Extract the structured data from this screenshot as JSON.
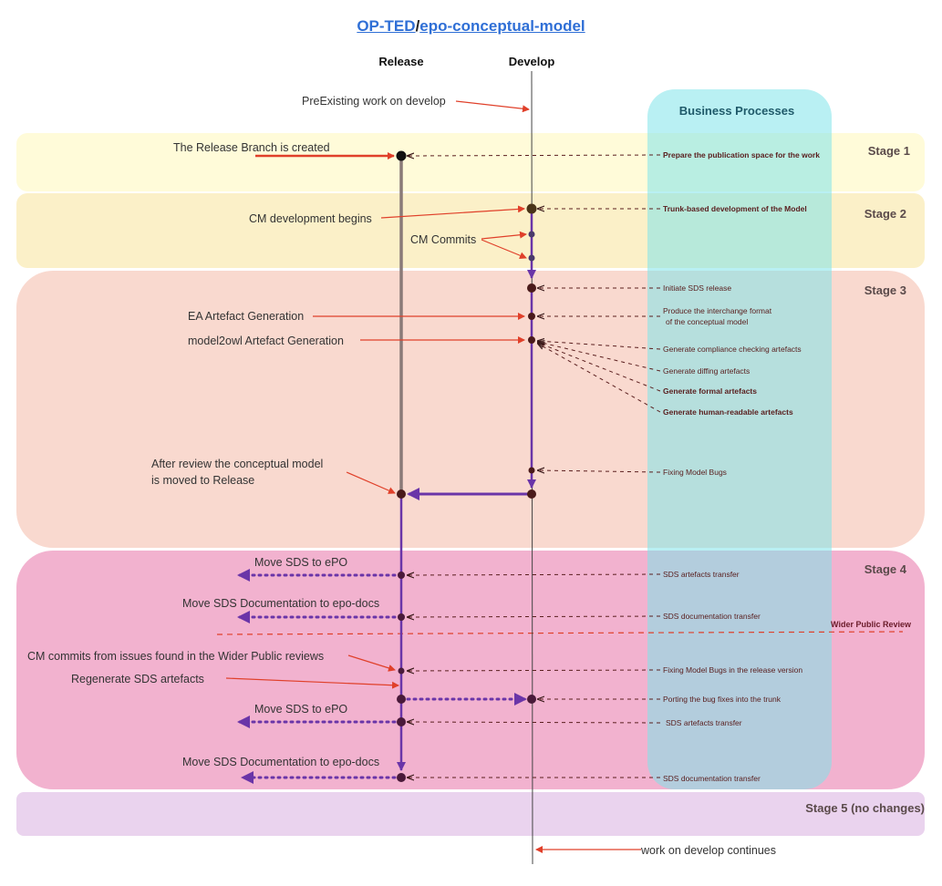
{
  "title": {
    "org": "OP-TED",
    "separator": "/",
    "repo": "epo-conceptual-model"
  },
  "columns": {
    "release": "Release",
    "develop": "Develop"
  },
  "business_processes": {
    "heading": "Business Processes",
    "items": [
      "Prepare the publication space for the work",
      "Trunk-based development of the Model",
      "Initiate SDS release",
      "Produce the interchange format",
      "of the conceptual model",
      "Generate compliance checking artefacts",
      "Generate diffing artefacts",
      "Generate formal artefacts",
      "Generate human-readable artefacts",
      "Fixing Model Bugs",
      "SDS artefacts transfer",
      "SDS documentation transfer",
      "Fixing Model Bugs in the release version",
      "Porting the bug fixes into the trunk",
      "SDS artefacts transfer",
      "SDS documentation transfer"
    ]
  },
  "stages": [
    "Stage 1",
    "Stage 2",
    "Stage 3",
    "Stage 4",
    "Stage 5 (no changes)"
  ],
  "wider_review": "Wider Public Review",
  "annotations": {
    "preexisting": "PreExisting work on develop",
    "release_created": "The Release Branch is created",
    "cm_dev_begins": "CM development begins",
    "cm_commits": "CM Commits",
    "ea_generation": "EA Artefact Generation",
    "model2owl_generation": "model2owl Artefact Generation",
    "after_review_1": "After review the conceptual model",
    "after_review_2": "is moved to Release",
    "move_sds_epo_1": "Move SDS to ePO",
    "move_sds_docs_1": "Move SDS Documentation to epo-docs",
    "cm_commits_issues": "CM commits from issues found in the Wider Public reviews",
    "regenerate_sds": "Regenerate SDS artefacts",
    "move_sds_epo_2": "Move SDS to ePO",
    "move_sds_docs_2": "Move SDS Documentation to epo-docs",
    "work_continues": "work on develop continues"
  },
  "colors": {
    "stage1": "#fffbd9",
    "stage2": "#fbf0c8",
    "stage3": "#f9d9cf",
    "stage4": "#f2b2cf",
    "stage5": "#ead3ee",
    "business": "#7fe4ea",
    "branch": "#6a35a8",
    "arrow_red": "#e0402a",
    "dashed": "#5a1e1e"
  }
}
